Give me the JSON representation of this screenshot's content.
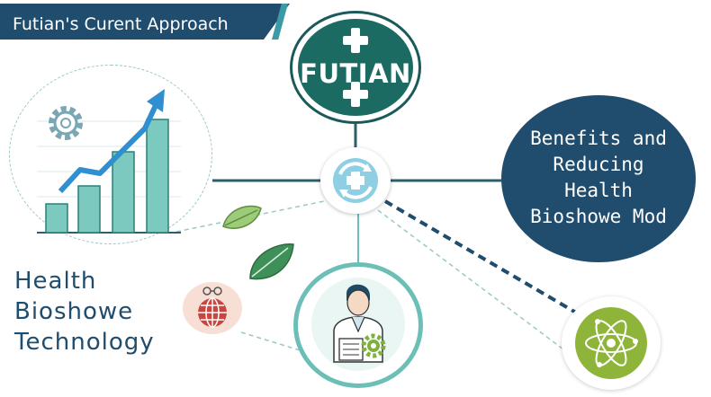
{
  "banner": {
    "title": "Futian's Curent Approach"
  },
  "logo": {
    "text": "FUTIAN"
  },
  "benefits": {
    "lines": [
      "Benefits and",
      "Reducing",
      "Health",
      "Bioshowe Mod"
    ]
  },
  "side_title": {
    "lines": [
      "Health",
      "Bioshowe",
      "Technology"
    ]
  },
  "icons": {
    "hub": "medical-cross-cycle-icon",
    "chart": "growth-chart-icon",
    "gear": "gear-icon",
    "person": "doctor-icon",
    "atom": "atom-icon",
    "globe": "globe-icon",
    "leaf": "leaf-icon"
  },
  "colors": {
    "navy": "#204d6e",
    "teal_dark": "#1c6b62",
    "teal": "#6cbfb7",
    "lime": "#8fb43a",
    "blue_accent": "#2f8fd0",
    "globe_red": "#c8463d"
  }
}
